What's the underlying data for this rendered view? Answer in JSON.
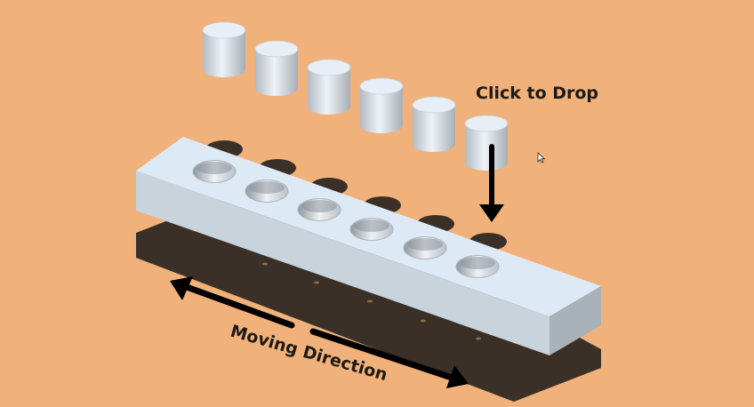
{
  "instruction_label": "Click to Drop",
  "direction_label": "Moving Direction",
  "pegs": {
    "count": 6,
    "dropped": 0
  },
  "holes": {
    "count": 6
  },
  "colors": {
    "background": "#f0b27a",
    "bar_top": "#ddeaf6",
    "bar_front": "#c9d3dc",
    "bar_end": "#a9b1b9",
    "shadow": "#3a3028",
    "arrow": "#000000",
    "text": "#1e1a16"
  },
  "icons": [
    "peg-cylinder",
    "drop-arrow-down",
    "double-arrow-direction",
    "cursor-pointer"
  ]
}
